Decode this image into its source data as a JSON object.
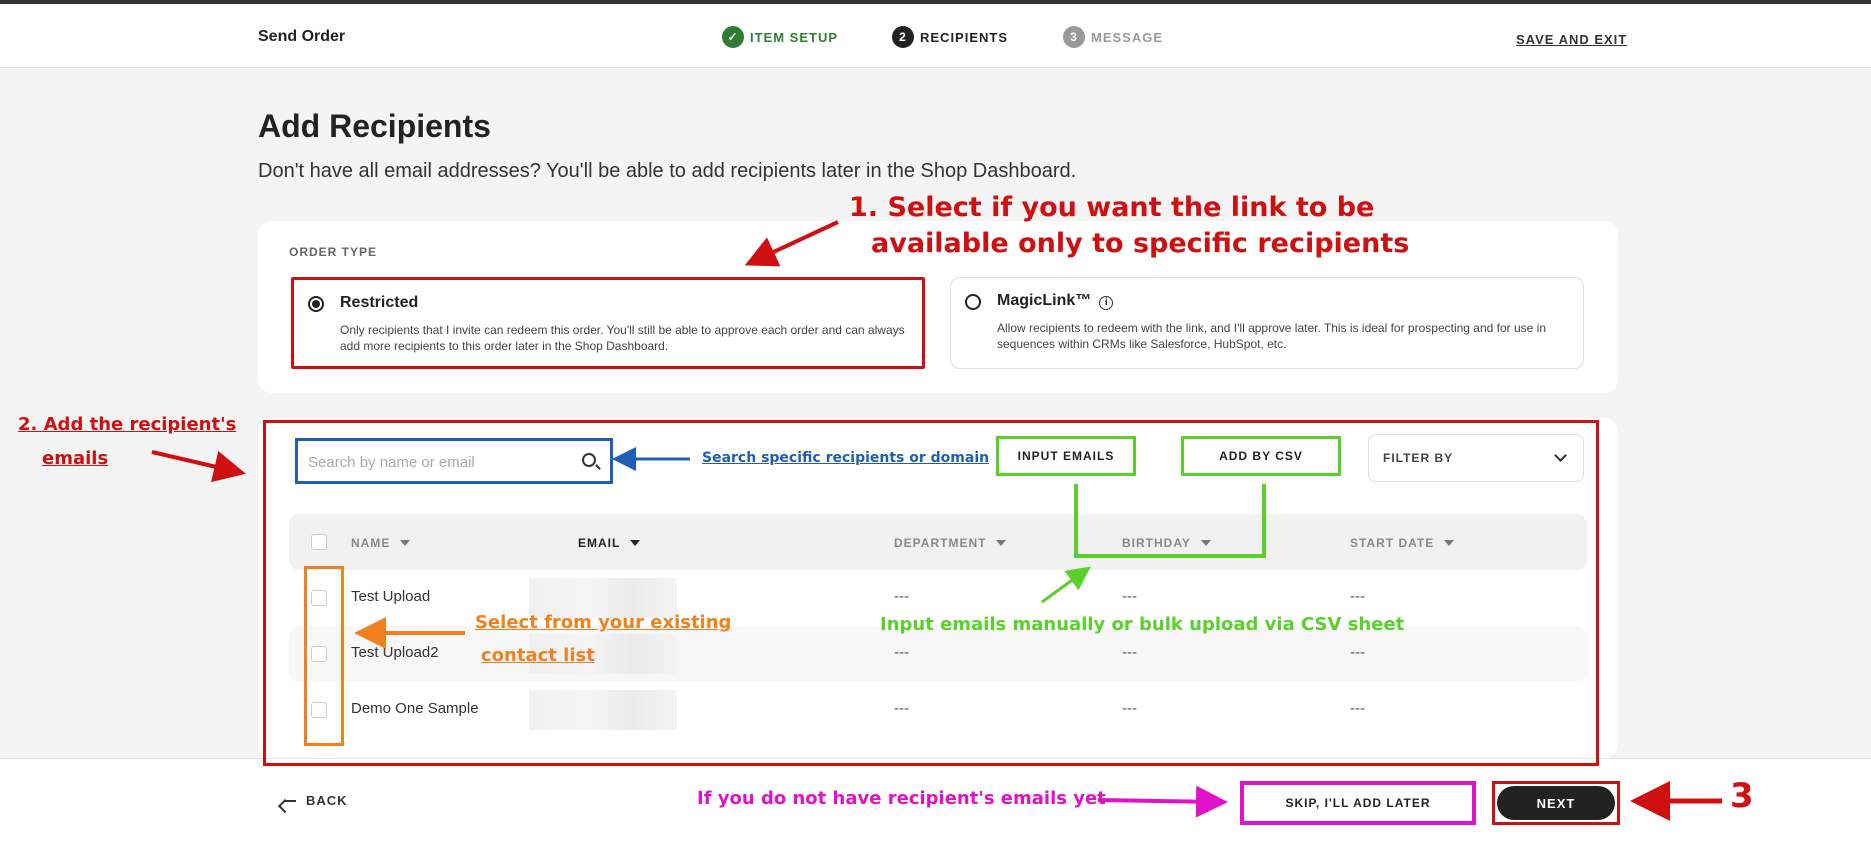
{
  "header": {
    "title": "Send Order",
    "steps": [
      {
        "num": "✓",
        "label": "ITEM SETUP"
      },
      {
        "num": "2",
        "label": "RECIPIENTS"
      },
      {
        "num": "3",
        "label": "MESSAGE"
      }
    ],
    "save_exit": "SAVE AND EXIT"
  },
  "page": {
    "title": "Add Recipients",
    "subtitle": "Don't have all email addresses? You'll be able to add recipients later in the Shop Dashboard."
  },
  "order_type": {
    "label": "ORDER TYPE",
    "options": [
      {
        "title": "Restricted",
        "desc": "Only recipients that I invite can redeem this order. You'll still be able to approve each order and can always add more recipients to this order later in the Shop Dashboard.",
        "selected": true
      },
      {
        "title": "MagicLink™",
        "desc": "Allow recipients to redeem with the link, and I'll approve later. This is ideal for prospecting and for use in sequences within CRMs like Salesforce, HubSpot, etc.",
        "selected": false
      }
    ]
  },
  "recipients": {
    "search_placeholder": "Search by name or email",
    "input_emails": "INPUT EMAILS",
    "add_csv": "ADD BY CSV",
    "filter_by": "FILTER BY",
    "columns": [
      "NAME",
      "EMAIL",
      "DEPARTMENT",
      "BIRTHDAY",
      "START DATE"
    ],
    "rows": [
      {
        "name": "Test Upload",
        "department": "---",
        "birthday": "---",
        "start_date": "---"
      },
      {
        "name": "Test Upload2",
        "department": "---",
        "birthday": "---",
        "start_date": "---"
      },
      {
        "name": "Demo One Sample",
        "department": "---",
        "birthday": "---",
        "start_date": "---"
      }
    ]
  },
  "footer": {
    "back": "BACK",
    "skip": "SKIP, I'LL ADD LATER",
    "next": "NEXT"
  },
  "annotations": {
    "step1_line1": "1. Select if you want the link to be",
    "step1_line2": "available only to specific recipients",
    "step2_line1": "2. Add the recipient's",
    "step2_line2": "emails",
    "search_hint": "Search specific recipients or domain",
    "contact_line1": "Select from your existing",
    "contact_line2": "contact list",
    "bulk_hint": "Input emails manually or bulk upload via CSV sheet",
    "skip_hint": "If you do not have recipient's emails yet",
    "step3": "3"
  },
  "colors": {
    "annotation_red": "#d01010",
    "annotation_blue": "#1f5db8",
    "annotation_green": "#5ad12a",
    "annotation_orange": "#f08020",
    "annotation_magenta": "#e012c8",
    "step_done_green": "#2e7d32"
  }
}
